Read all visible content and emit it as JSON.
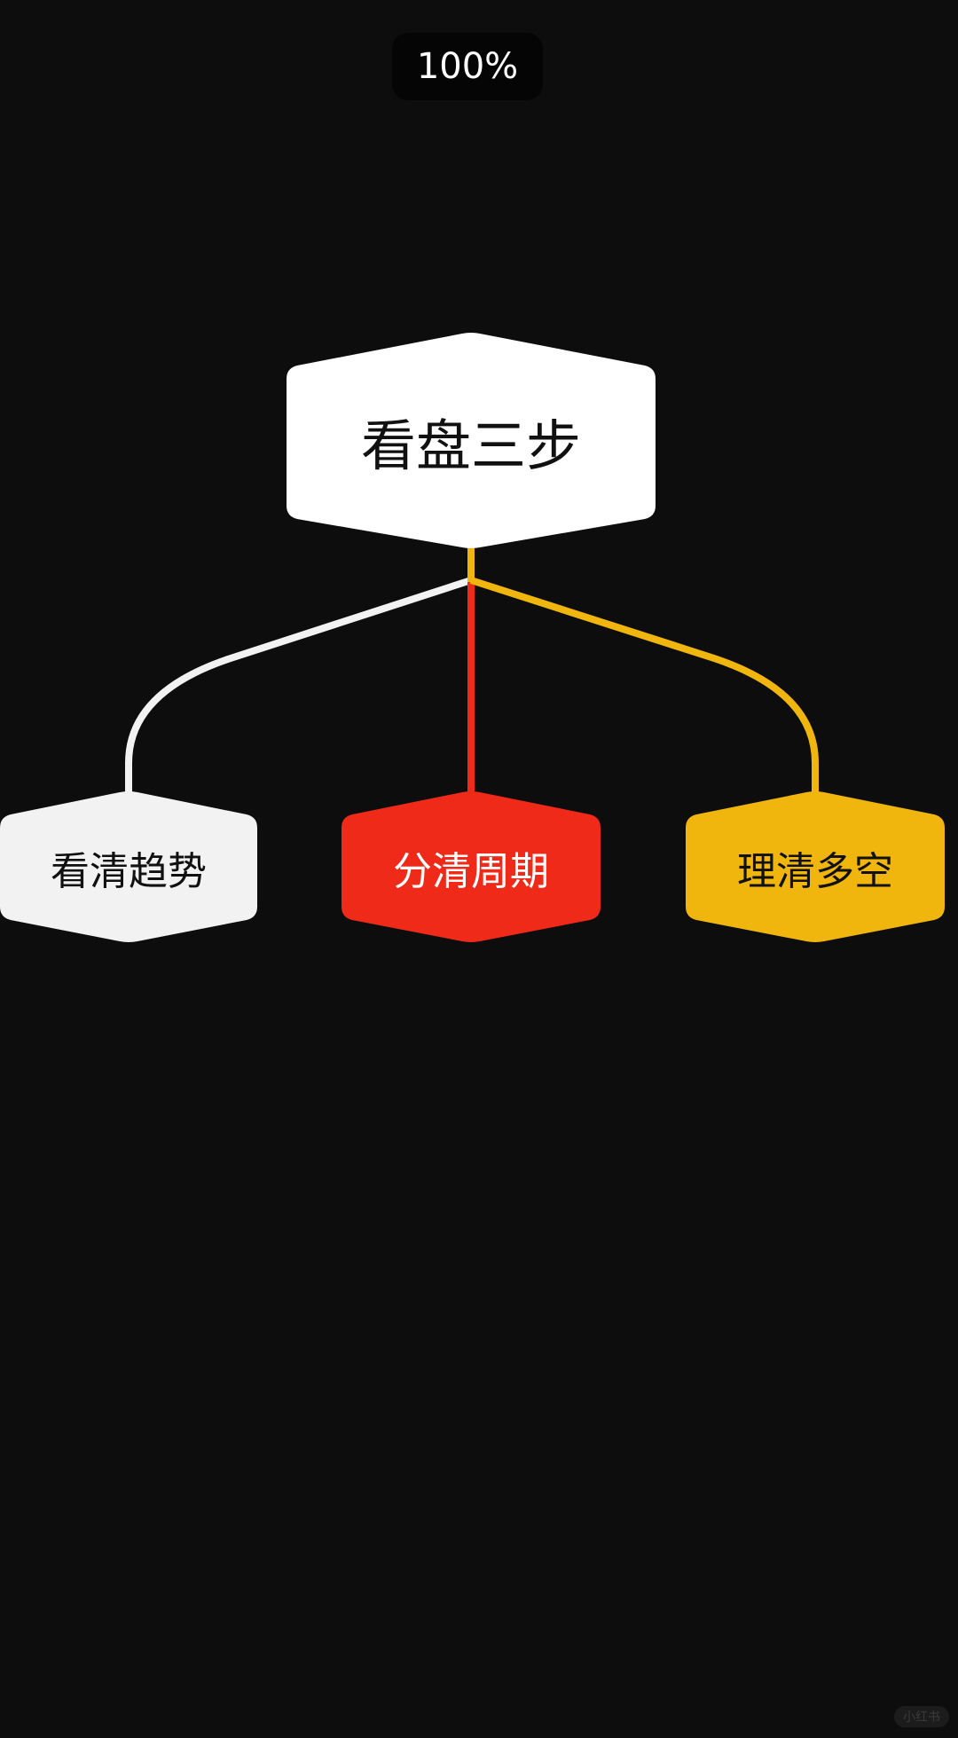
{
  "zoom_indicator": {
    "value": "100%"
  },
  "colors": {
    "background": "#0d0d0d",
    "badge_bg": "#050505",
    "root_fill": "#ffffff",
    "child_white": "#f2f2f2",
    "child_red": "#f02a18",
    "child_yellow": "#f0b60d",
    "stem": "#f0b60d"
  },
  "mindmap": {
    "root": {
      "label": "看盘三步"
    },
    "children": [
      {
        "label": "看清趋势",
        "color": "#f2f2f2",
        "text_color": "#111111"
      },
      {
        "label": "分清周期",
        "color": "#f02a18",
        "text_color": "#ffffff"
      },
      {
        "label": "理清多空",
        "color": "#f0b60d",
        "text_color": "#111111"
      }
    ]
  },
  "watermark": {
    "text": "小红书"
  }
}
